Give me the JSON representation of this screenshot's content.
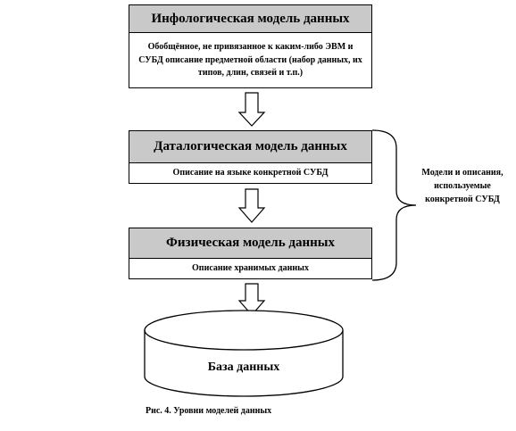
{
  "boxes": [
    {
      "title": "Инфологическая модель данных",
      "description": "Обобщённое, не привязанное к каким-либо ЭВМ и СУБД описание предметной области (набор данных, их типов, длин, связей и т.п.)"
    },
    {
      "title": "Даталогическая модель данных",
      "description": "Описание на языке конкретной СУБД"
    },
    {
      "title": "Физическая модель данных",
      "description": "Описание хранимых данных"
    }
  ],
  "side_note": "Модели и описания, используемые конкретной СУБД",
  "database": {
    "label": "База данных"
  },
  "caption": "Рис. 4. Уровни моделей данных"
}
